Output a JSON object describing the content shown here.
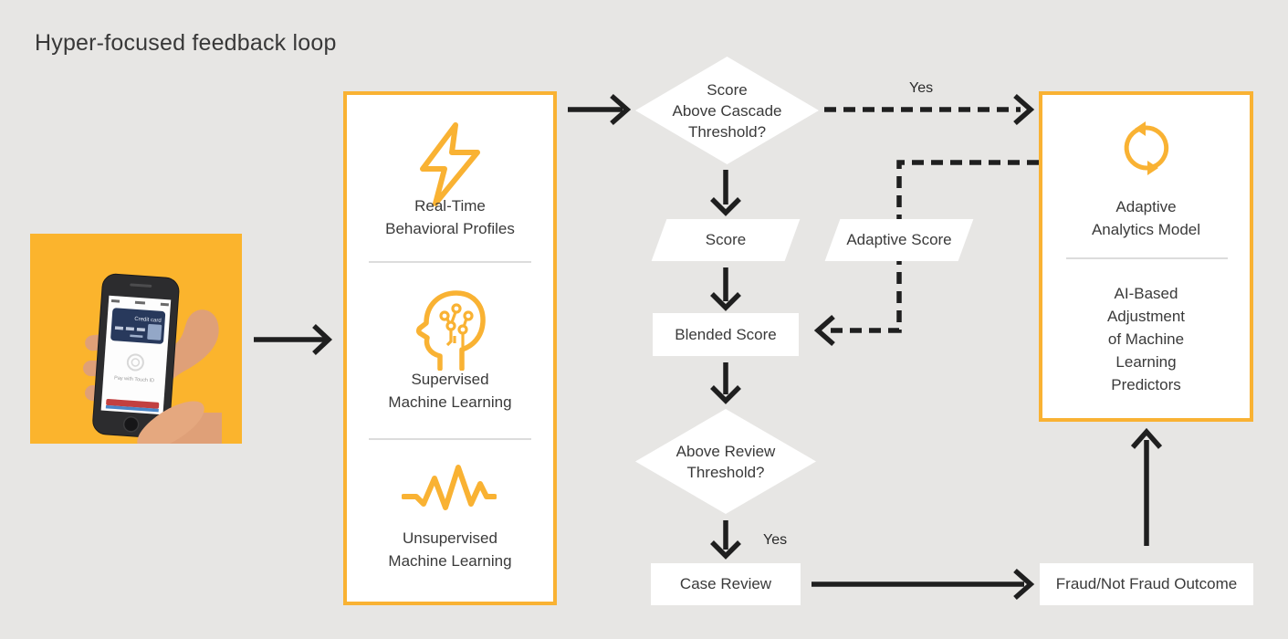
{
  "title": "Hyper-focused feedback loop",
  "colors": {
    "background": "#e7e6e4",
    "accent_orange": "#f9b233",
    "tile_orange": "#fbb42d",
    "arrow_black": "#1f1f1f",
    "text_dark": "#3a3a3a",
    "node_white": "#ffffff",
    "divider_gray": "#dcdcdc"
  },
  "photo": {
    "description": "hand holding smartphone showing mobile payment",
    "card_label": "Credit card",
    "pay_label": "Pay with Touch ID"
  },
  "inputs_box": {
    "items": [
      {
        "icon": "lightning-icon",
        "label": "Real-Time\nBehavioral Profiles"
      },
      {
        "icon": "ml-head-icon",
        "label": "Supervised\nMachine Learning"
      },
      {
        "icon": "waveform-icon",
        "label": "Unsupervised\nMachine Learning"
      }
    ]
  },
  "flow": {
    "cascade_diamond": "Score\nAbove Cascade\nThreshold?",
    "yes_cascade": "Yes",
    "score": "Score",
    "adaptive_score": "Adaptive Score",
    "blended_score": "Blended Score",
    "review_diamond": "Above Review\nThreshold?",
    "yes_review": "Yes",
    "case_review": "Case Review",
    "fraud_outcome": "Fraud/Not Fraud Outcome"
  },
  "adaptive_box": {
    "icon": "sync-icon",
    "title": "Adaptive\nAnalytics Model",
    "subtitle": "AI-Based\nAdjustment\nof Machine\nLearning\nPredictors"
  }
}
